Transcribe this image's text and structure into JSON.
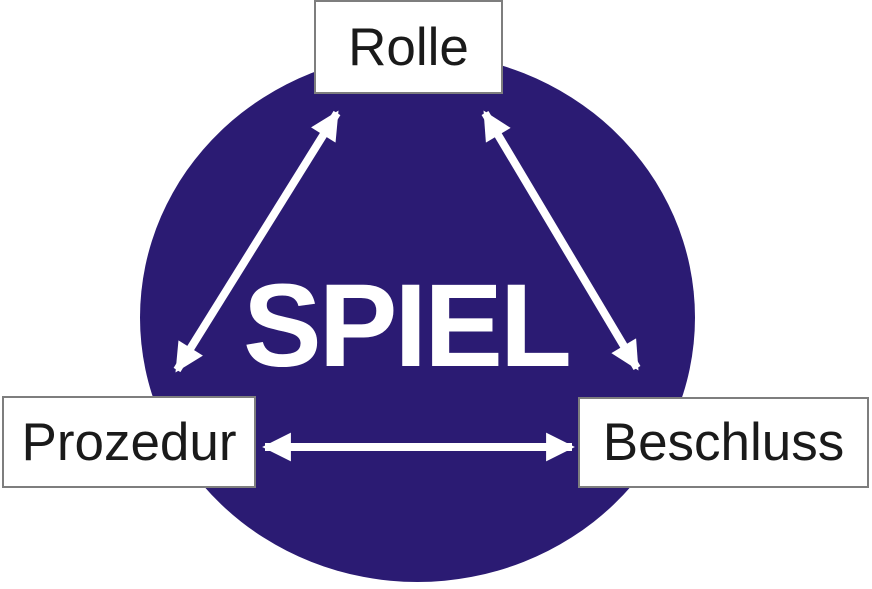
{
  "diagram": {
    "center": {
      "label": "SPIEL"
    },
    "nodes": [
      {
        "id": "rolle",
        "label": "Rolle"
      },
      {
        "id": "prozedur",
        "label": "Prozedur"
      },
      {
        "id": "beschluss",
        "label": "Beschluss"
      }
    ],
    "edges": [
      {
        "from": "rolle",
        "to": "prozedur",
        "bidirectional": true
      },
      {
        "from": "rolle",
        "to": "beschluss",
        "bidirectional": true
      },
      {
        "from": "prozedur",
        "to": "beschluss",
        "bidirectional": true
      }
    ],
    "colors": {
      "circle": "#2B1B73",
      "arrow": "#FFFFFF",
      "box_background": "#FFFFFF",
      "box_border": "#7E7E7E",
      "label_text": "#1A1A1A",
      "center_text": "#FFFFFF",
      "page_background": "#FFFFFF"
    }
  }
}
